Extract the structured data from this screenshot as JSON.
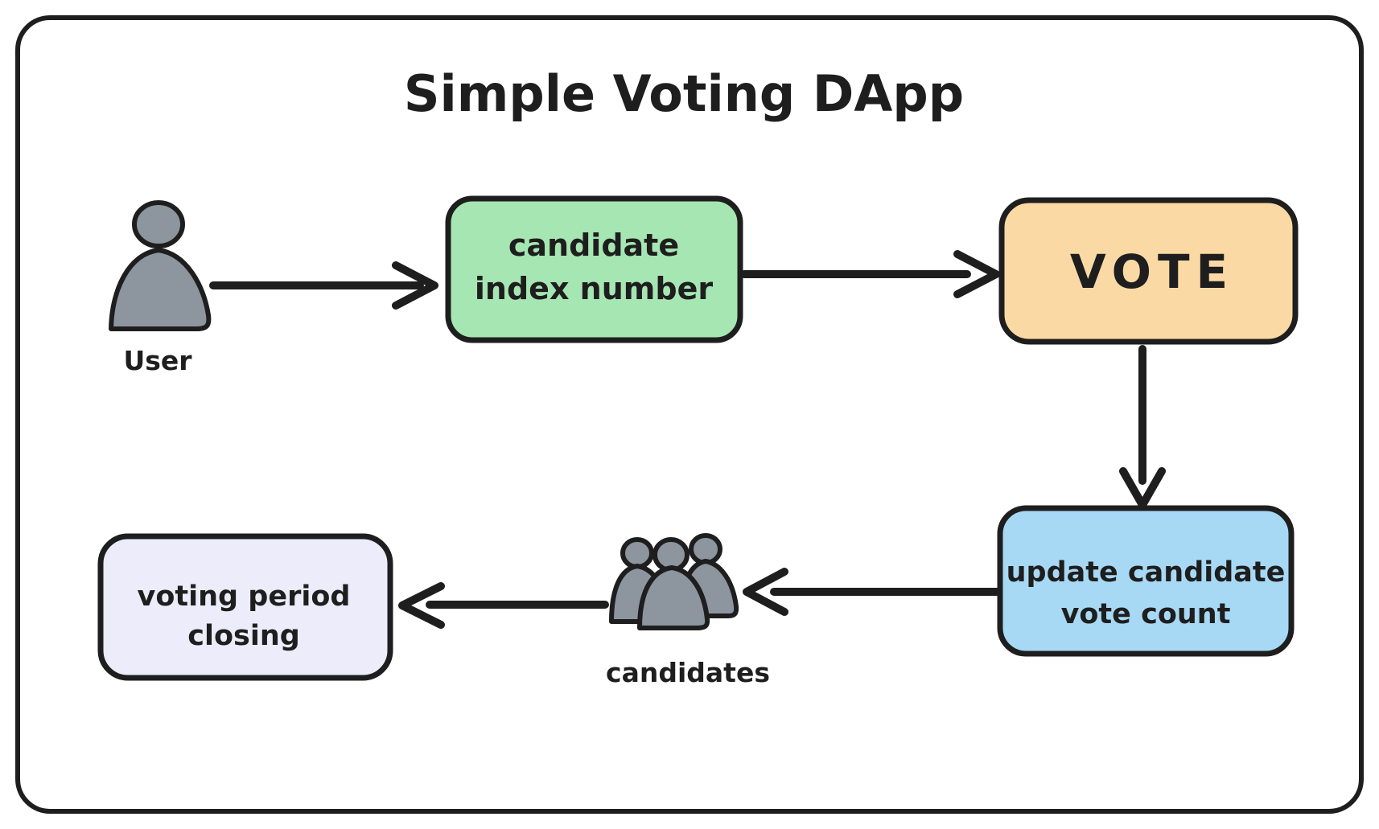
{
  "diagram": {
    "title": "Simple Voting DApp",
    "colors": {
      "ink": "#1e1e1e",
      "background": "#ffffff",
      "person-fill": "#8d959e"
    },
    "nodes": {
      "candidate_index": {
        "lines": [
          "candidate",
          "index number"
        ],
        "fill": "#a6e6b2"
      },
      "vote": {
        "label": "VOTE",
        "fill": "#fbd9a4"
      },
      "update_count": {
        "lines": [
          "update candidate",
          "vote count"
        ],
        "fill": "#a7d9f5"
      },
      "voting_period": {
        "lines": [
          "voting period",
          "closing"
        ],
        "fill": "#ececfa"
      }
    },
    "actors": {
      "user": {
        "label": "User"
      },
      "candidates": {
        "label": "candidates"
      }
    }
  }
}
